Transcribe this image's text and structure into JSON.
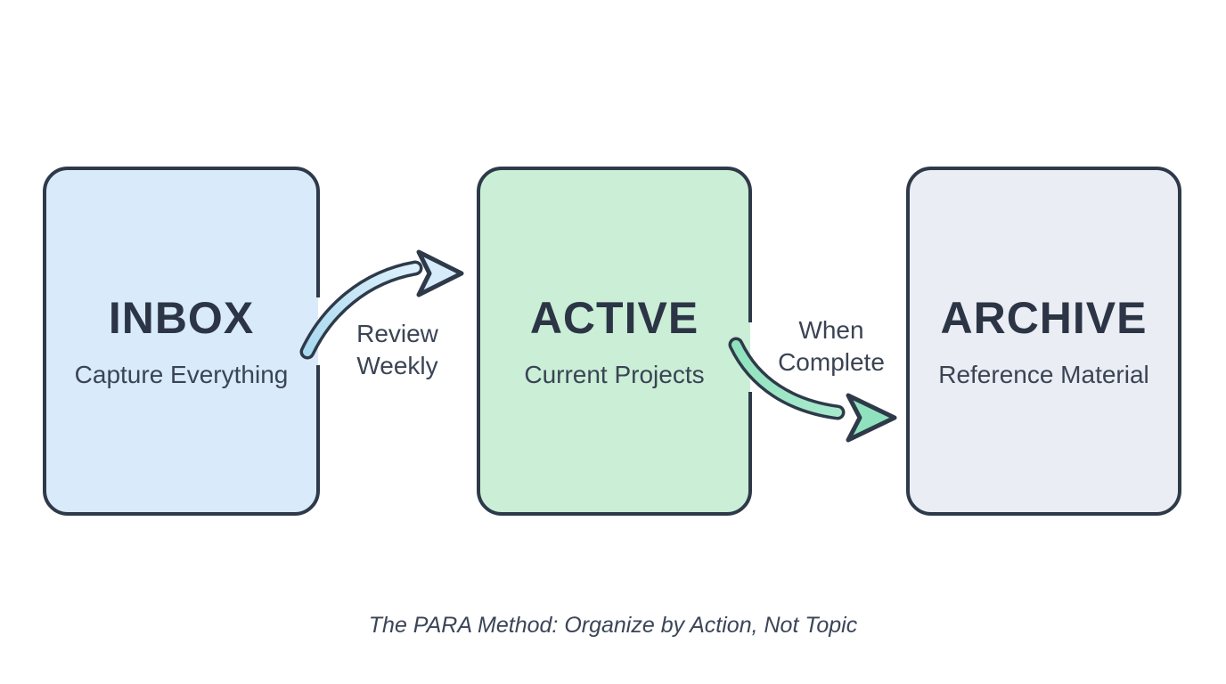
{
  "diagram": {
    "boxes": [
      {
        "title": "INBOX",
        "subtitle": "Capture Everything",
        "fill": "#d9eafa"
      },
      {
        "title": "ACTIVE",
        "subtitle": "Current Projects",
        "fill": "#cbeed7"
      },
      {
        "title": "ARCHIVE",
        "subtitle": "Reference Material",
        "fill": "#ebedf4"
      }
    ],
    "arrows": [
      {
        "label_lines": [
          "Review",
          "Weekly"
        ],
        "tail_start_color": "#a9d9ef",
        "tail_end_color": "#ddf0fc",
        "head_fill": "#d6ecfb"
      },
      {
        "label_lines": [
          "When",
          "Complete"
        ],
        "tail_start_color": "#8fe2bd",
        "tail_end_color": "#a8e9cd",
        "head_fill": "#90e2bf"
      }
    ],
    "caption": "The PARA Method: Organize by Action, Not Topic",
    "colors": {
      "outline": "#2e3a49",
      "title_text": "#2c3545",
      "subtitle_text": "#3a4454",
      "label_text": "#3a4454",
      "caption_text": "#3b4557",
      "background": "#ffffff"
    }
  }
}
